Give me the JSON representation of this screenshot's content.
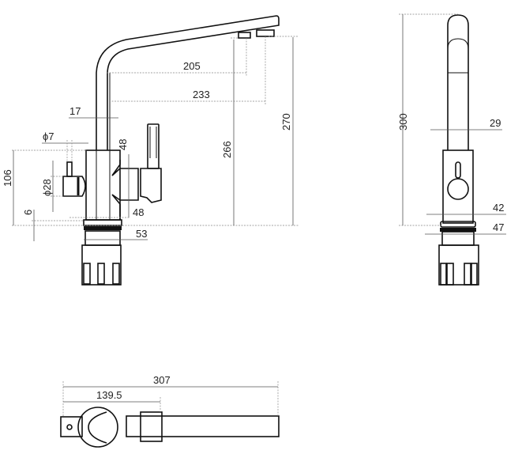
{
  "side_view": {
    "dims": {
      "spout_reach_1": "205",
      "spout_reach_2": "233",
      "pipe_width": "17",
      "stem_diameter": "ϕ7",
      "knob_diameter": "ϕ28",
      "body_height": "106",
      "base_offset": "6",
      "branch_height": "48",
      "branch_width": "48",
      "base_width": "53",
      "outlet_height_1": "266",
      "outlet_height_2": "270"
    }
  },
  "front_view": {
    "dims": {
      "total_height": "300",
      "spout_width": "29",
      "body_width": "42",
      "base_width": "47"
    }
  },
  "top_view": {
    "dims": {
      "total_length": "307",
      "collar_offset": "139.5"
    }
  }
}
